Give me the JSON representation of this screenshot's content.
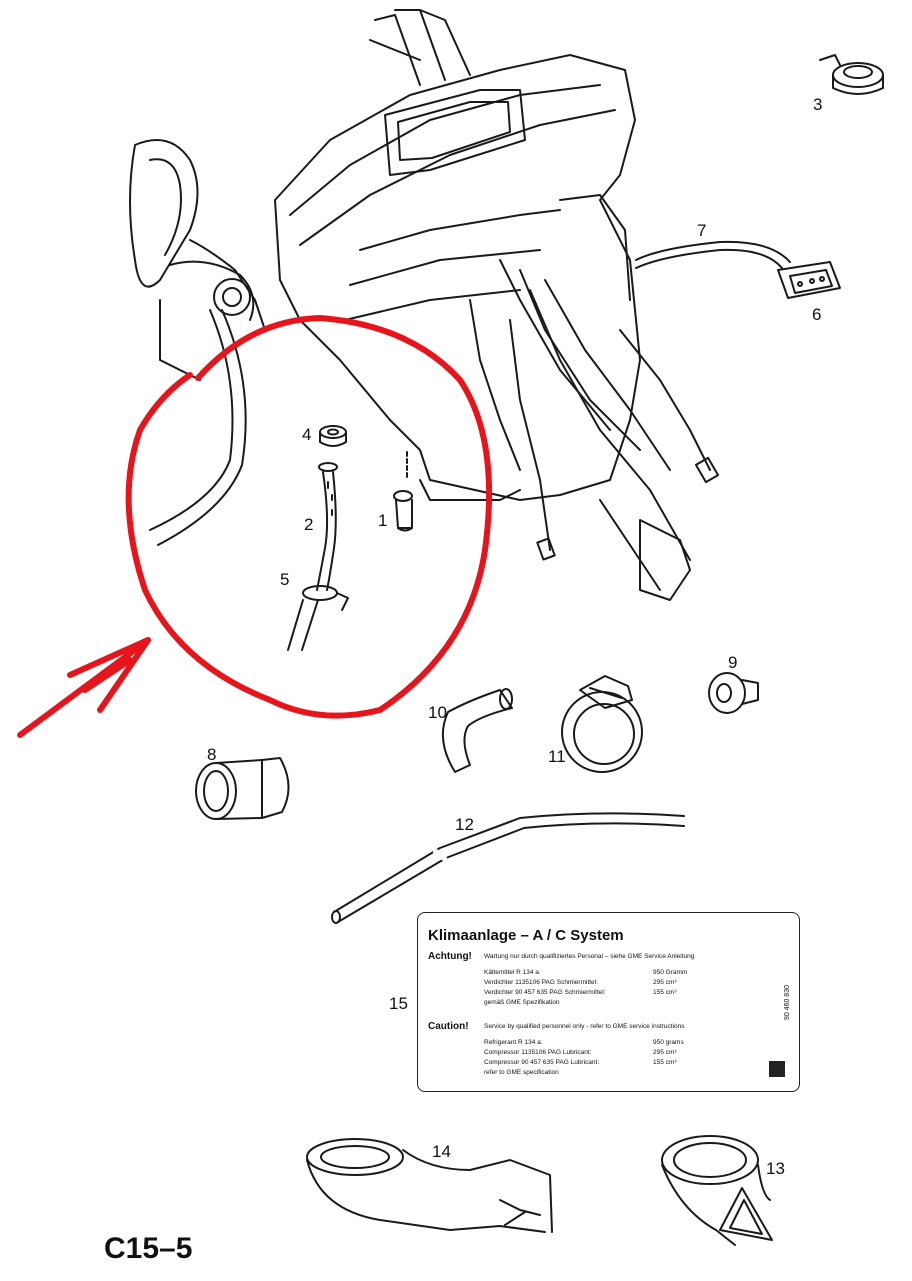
{
  "callouts": [
    "1",
    "2",
    "3",
    "4",
    "5",
    "6",
    "7",
    "8",
    "9",
    "10",
    "11",
    "12",
    "13",
    "14",
    "15"
  ],
  "page_code": "C15–5",
  "label": {
    "title": "Klimaanlage – A / C System",
    "achtung_heading": "Achtung!",
    "achtung_text": "Wartung nur durch qualifiziertes Personal – siehe GME Service Anleitung",
    "de_rows": [
      {
        "text": "Kältemittel R 134 a:",
        "value": "950 Gramm"
      },
      {
        "text": "Verdichter 1135106 PAG Schmiermittel:",
        "value": "295 cm³"
      },
      {
        "text": "Verdichter 90 457 635 PAG Schmiermittel:",
        "value": "155 cm³"
      },
      {
        "text": "gemäß GME Spezifikation",
        "value": ""
      }
    ],
    "caution_heading": "Caution!",
    "caution_text": "Service by qualified personnel only - refer to GME service instructions",
    "en_rows": [
      {
        "text": "Refrigerant R 134 a:",
        "value": "950 grams"
      },
      {
        "text": "Compressor 1135106 PAG Lubricant:",
        "value": "295 cm³"
      },
      {
        "text": "Compressor 90 457 635 PAG Lubricant:",
        "value": "155 cm³"
      },
      {
        "text": "refer to GME specification",
        "value": ""
      }
    ],
    "part_code": "90 460 830"
  },
  "colors": {
    "highlight": "#e8141c",
    "line": "#1a1a1a"
  }
}
